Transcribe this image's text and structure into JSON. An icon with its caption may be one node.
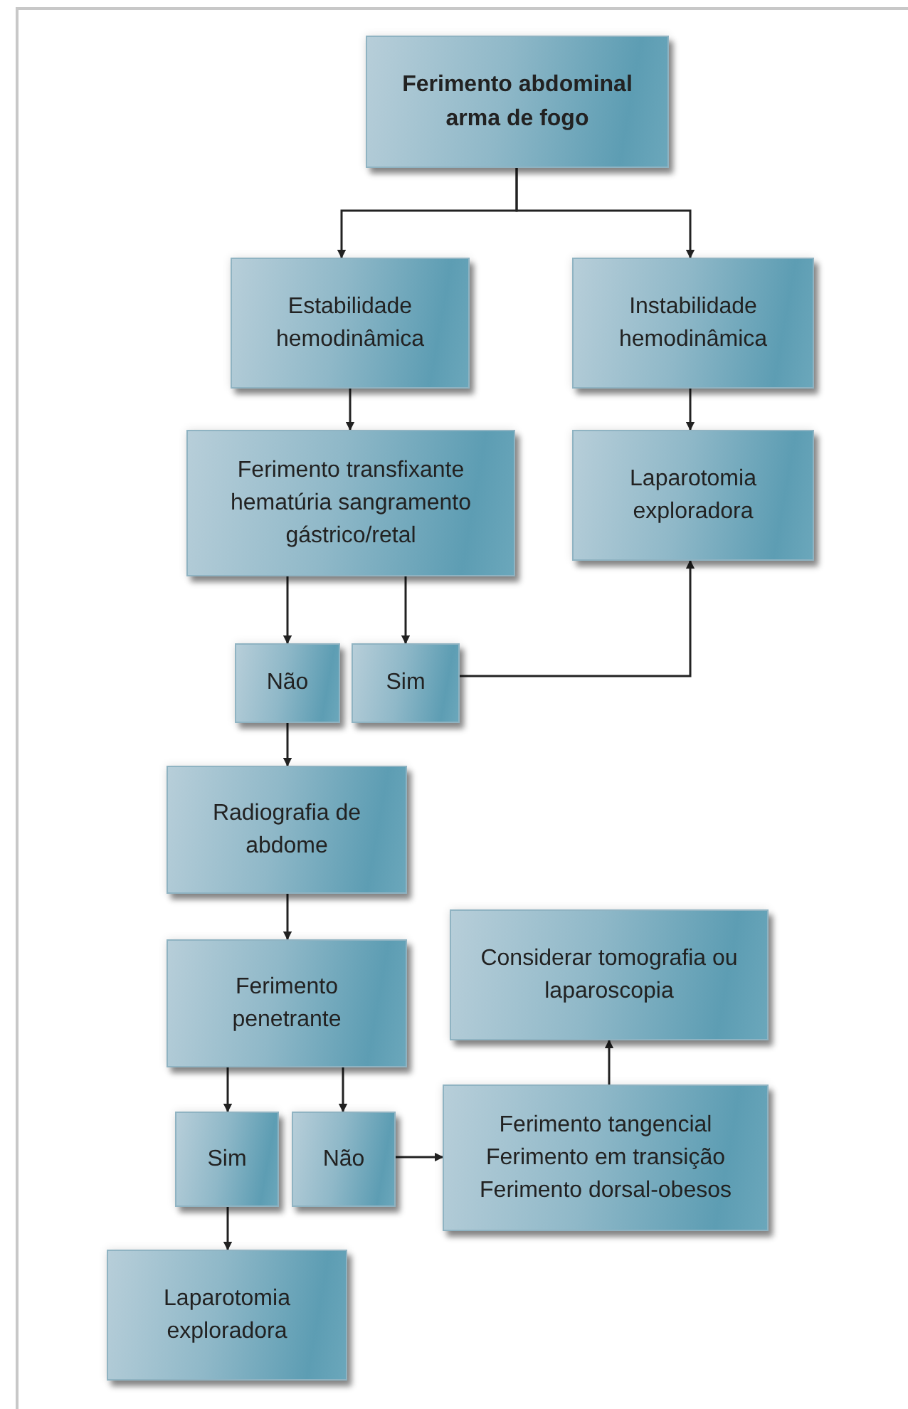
{
  "diagram": {
    "nodes": [
      {
        "text": [
          "Ferimento abdominal arma de fogo"
        ]
      },
      {
        "text": [
          "Estabilidade hemodinâmica"
        ]
      },
      {
        "text": [
          "Instabilidade hemodinâmica"
        ]
      },
      {
        "text": [
          "Ferimento transfixante hematúria sangramento gástrico/retal"
        ]
      },
      {
        "text": [
          "Laparotomia exploradora"
        ]
      },
      {
        "text": [
          "Não"
        ]
      },
      {
        "text": [
          "Sim"
        ]
      },
      {
        "text": [
          "Radiografia de abdome"
        ]
      },
      {
        "text": [
          "Ferimento penetrante"
        ]
      },
      {
        "text": [
          "Considerar tomografia ou laparoscopia"
        ]
      },
      {
        "text": [
          "Sim"
        ]
      },
      {
        "text": [
          "Não"
        ]
      },
      {
        "text": [
          "Ferimento tangencial Ferimento em transição Ferimento dorsal-obesos"
        ]
      },
      {
        "text": [
          "Laparotomia exploradora"
        ]
      }
    ],
    "edges": [
      {
        "from": 0,
        "to": 1,
        "arrow": "to"
      },
      {
        "from": 0,
        "to": 2,
        "arrow": "to"
      },
      {
        "from": 1,
        "to": 3,
        "arrow": "to"
      },
      {
        "from": 2,
        "to": 4,
        "arrow": "to"
      },
      {
        "from": 3,
        "to": 5,
        "arrow": "to"
      },
      {
        "from": 3,
        "to": 6,
        "arrow": "to"
      },
      {
        "from": 6,
        "to": 4,
        "arrow": "to"
      },
      {
        "from": 5,
        "to": 7,
        "arrow": "to"
      },
      {
        "from": 7,
        "to": 8,
        "arrow": "to"
      },
      {
        "from": 8,
        "to": 10,
        "arrow": "to"
      },
      {
        "from": 8,
        "to": 11,
        "arrow": "to"
      },
      {
        "from": 11,
        "to": 12,
        "arrow": "to"
      },
      {
        "from": 12,
        "to": 9,
        "arrow": "to"
      },
      {
        "from": 10,
        "to": 13,
        "arrow": "to"
      }
    ]
  }
}
